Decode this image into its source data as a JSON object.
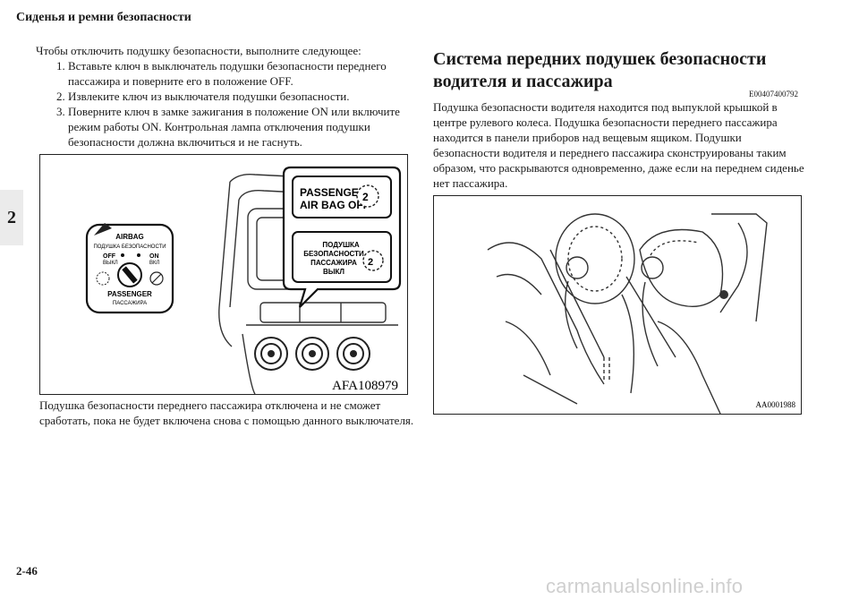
{
  "header": {
    "title": "Сиденья и ремни безопасности"
  },
  "chapter_tab": "2",
  "left": {
    "intro": "Чтобы отключить подушку безопасности, выполните следующее:",
    "steps": [
      "Вставьте ключ в выключатель подушки безопасности переднего пассажира и поверните его в положение OFF.",
      "Извлеките ключ из выключателя подушки безопасности.",
      "Поверните ключ в замке зажигания в положение ON или включите режим работы ON. Контрольная лампа отключения подушки безопасности должна включиться и не гаснуть."
    ],
    "caption": "Подушка безопасности переднего пассажира отключена и не сможет сработать, пока не будет включена снова с помощью данного выключателя."
  },
  "figure1": {
    "code": "AFA108979",
    "switch": {
      "title": "AIRBAG",
      "subtitle": "ПОДУШКА БЕЗОПАСНОСТИ",
      "off": "OFF",
      "off_ru": "ВЫКЛ",
      "on": "ON",
      "on_ru": "ВКЛ",
      "bottom": "PASSENGER",
      "bottom_ru": "ПАССАЖИРА"
    },
    "lamp": {
      "en_line1": "PASSENGER",
      "en_line2": "AIR BAG OFF",
      "ru_line1": "ПОДУШКА",
      "ru_line2": "БЕЗОПАСНОСТИ",
      "ru_line3": "ПАССАЖИРА",
      "ru_line4": "ВЫКЛ"
    }
  },
  "right": {
    "title": "Система передних подушек безопасности водителя и пассажира",
    "doc_code": "E00407400792",
    "body": "Подушка безопасности водителя находится под выпуклой крышкой в центре рулевого колеса. Подушка безопасности переднего пассажира находится в панели приборов над вещевым ящиком. Подушки безопасности водителя и переднего пассажира сконструированы таким образом, что раскрываются одновременно, даже если на переднем сиденье нет пассажира."
  },
  "figure2": {
    "code": "AA0001988"
  },
  "footer": {
    "page_number": "2-46"
  },
  "watermark": "carmanualsonline.info"
}
